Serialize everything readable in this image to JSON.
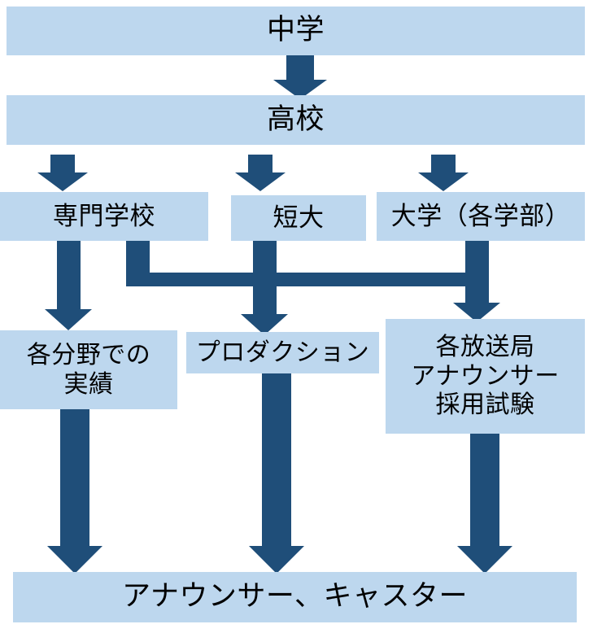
{
  "diagram": {
    "title_text": "",
    "colors": {
      "node_fill": "#bdd7ee",
      "arrow_fill": "#1f4e79",
      "background": "#ffffff",
      "text": "#000000"
    },
    "nodes": [
      {
        "id": "junior-high",
        "label": "中学"
      },
      {
        "id": "high-school",
        "label": "高校"
      },
      {
        "id": "vocational-school",
        "label": "専門学校"
      },
      {
        "id": "junior-college",
        "label": "短大"
      },
      {
        "id": "university",
        "label": "大学（各学部）"
      },
      {
        "id": "field-achievements",
        "label": "各分野での\n実績"
      },
      {
        "id": "production",
        "label": "プロダクション"
      },
      {
        "id": "broadcaster-exam",
        "label": "各放送局\nアナウンサー\n採用試験"
      },
      {
        "id": "announcer-caster",
        "label": "アナウンサー、キャスター"
      }
    ],
    "edges": [
      {
        "from": "junior-high",
        "to": "high-school"
      },
      {
        "from": "high-school",
        "to": "vocational-school"
      },
      {
        "from": "high-school",
        "to": "junior-college"
      },
      {
        "from": "high-school",
        "to": "university"
      },
      {
        "from": "vocational-school",
        "to": "field-achievements"
      },
      {
        "from": "vocational-school",
        "to": "production"
      },
      {
        "from": "junior-college",
        "to": "production"
      },
      {
        "from": "university",
        "to": "broadcaster-exam"
      },
      {
        "from": "field-achievements",
        "to": "announcer-caster"
      },
      {
        "from": "production",
        "to": "announcer-caster"
      },
      {
        "from": "broadcaster-exam",
        "to": "announcer-caster"
      }
    ]
  }
}
